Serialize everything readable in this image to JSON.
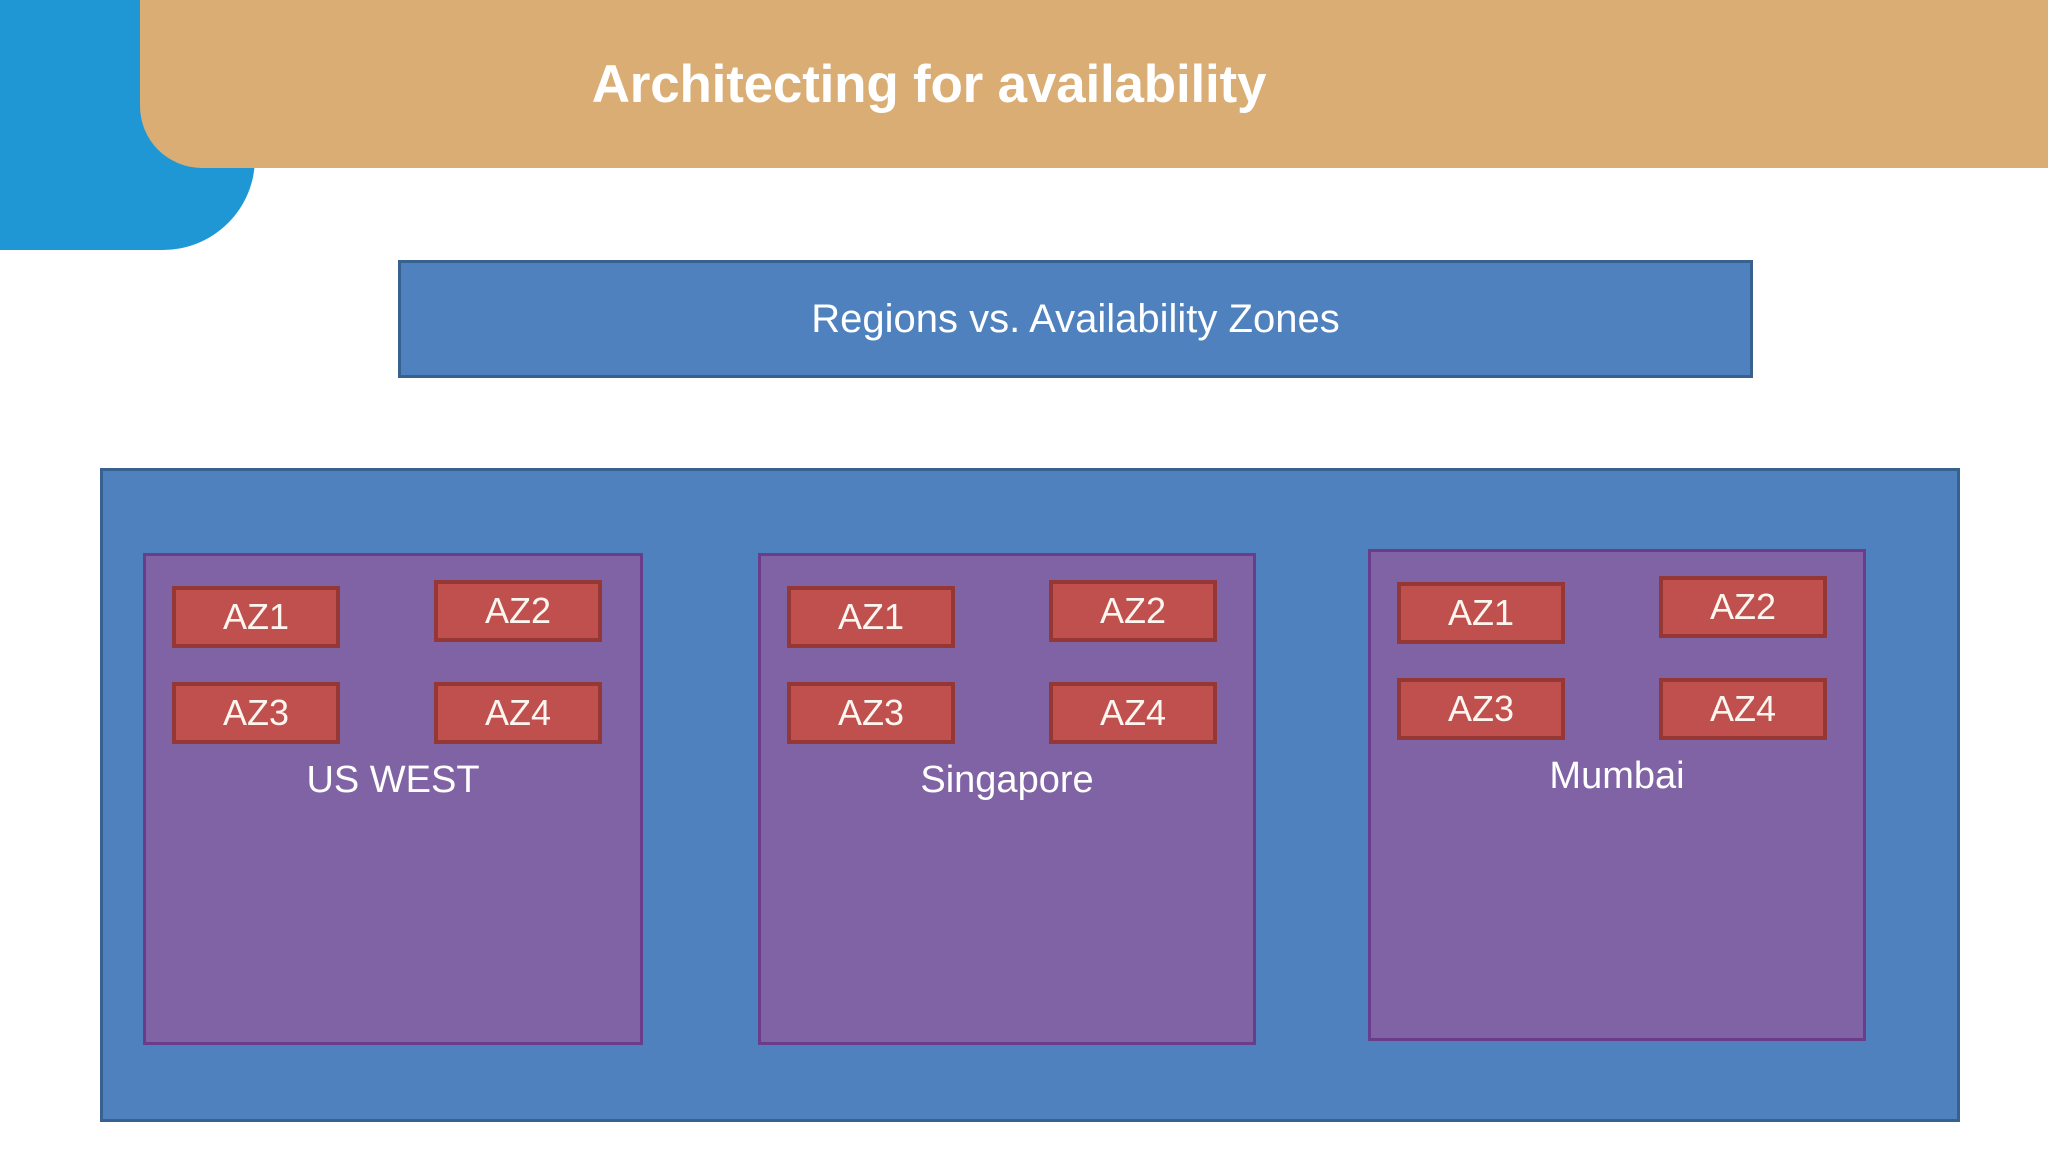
{
  "slide": {
    "title": "Architecting for availability",
    "subtitle": "Regions vs. Availability Zones"
  },
  "colors": {
    "header_accent_blue": "#1f97d4",
    "header_tan": "#d9ad74",
    "banner_blue": "#4e81bd",
    "banner_border": "#38618f",
    "region_purple": "#8063a5",
    "region_border": "#6a3d8a",
    "az_red": "#c0504d",
    "az_border": "#953735",
    "text_white": "#ffffff"
  },
  "regions": [
    {
      "name": "US WEST",
      "zones": [
        "AZ1",
        "AZ2",
        "AZ3",
        "AZ4"
      ]
    },
    {
      "name": "Singapore",
      "zones": [
        "AZ1",
        "AZ2",
        "AZ3",
        "AZ4"
      ]
    },
    {
      "name": "Mumbai",
      "zones": [
        "AZ1",
        "AZ2",
        "AZ3",
        "AZ4"
      ]
    }
  ]
}
